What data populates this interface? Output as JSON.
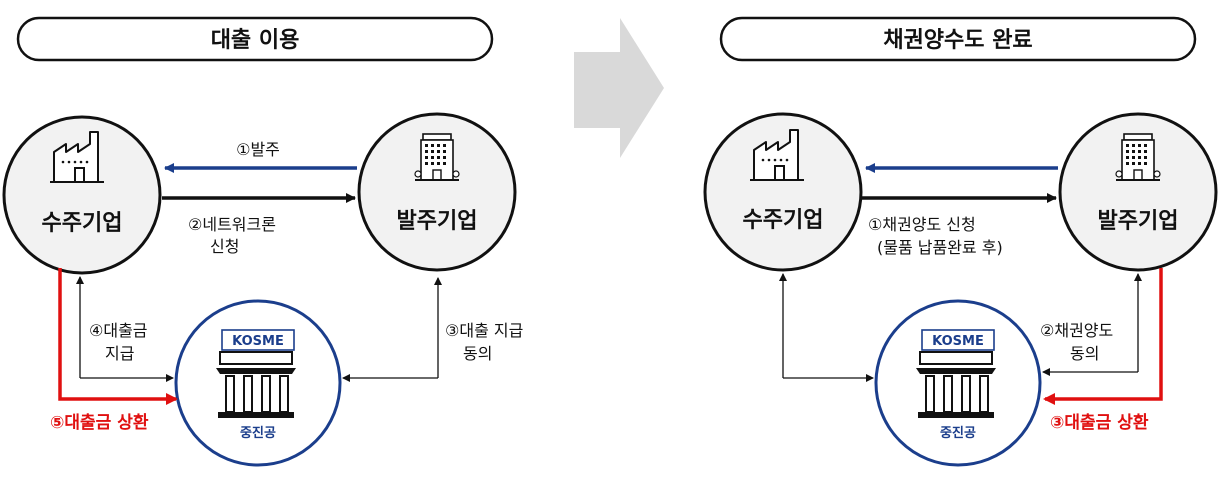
{
  "panels": [
    {
      "title": "대출 이용",
      "nodes": {
        "supplier": "수주기업",
        "orderer": "발주기업",
        "agency": "중진공",
        "agency_logo": "KOSME"
      },
      "edges": {
        "order": "①발주",
        "network_loan_line1": "②네트워크론",
        "network_loan_line2": "신청",
        "loan_consent_line1": "③대출 지급",
        "loan_consent_line2": "동의",
        "loan_pay_line1": "④대출금",
        "loan_pay_line2": "지급",
        "repay": "⑤대출금 상환"
      }
    },
    {
      "title": "채권양수도 완료",
      "nodes": {
        "supplier": "수주기업",
        "orderer": "발주기업",
        "agency": "중진공",
        "agency_logo": "KOSME"
      },
      "edges": {
        "transfer_line1": "①채권양도 신청",
        "transfer_line2": "(물품 납품완료 후)",
        "transfer_consent_line1": "②채권양도",
        "transfer_consent_line2": "동의",
        "repay": "③대출금 상환"
      }
    }
  ],
  "colors": {
    "blue_arrow": "#1b3e8c",
    "black_arrow": "#111111",
    "red_arrow": "#e01010",
    "agency_border": "#1b3e8c",
    "transition_arrow": "#d9d9d9"
  }
}
